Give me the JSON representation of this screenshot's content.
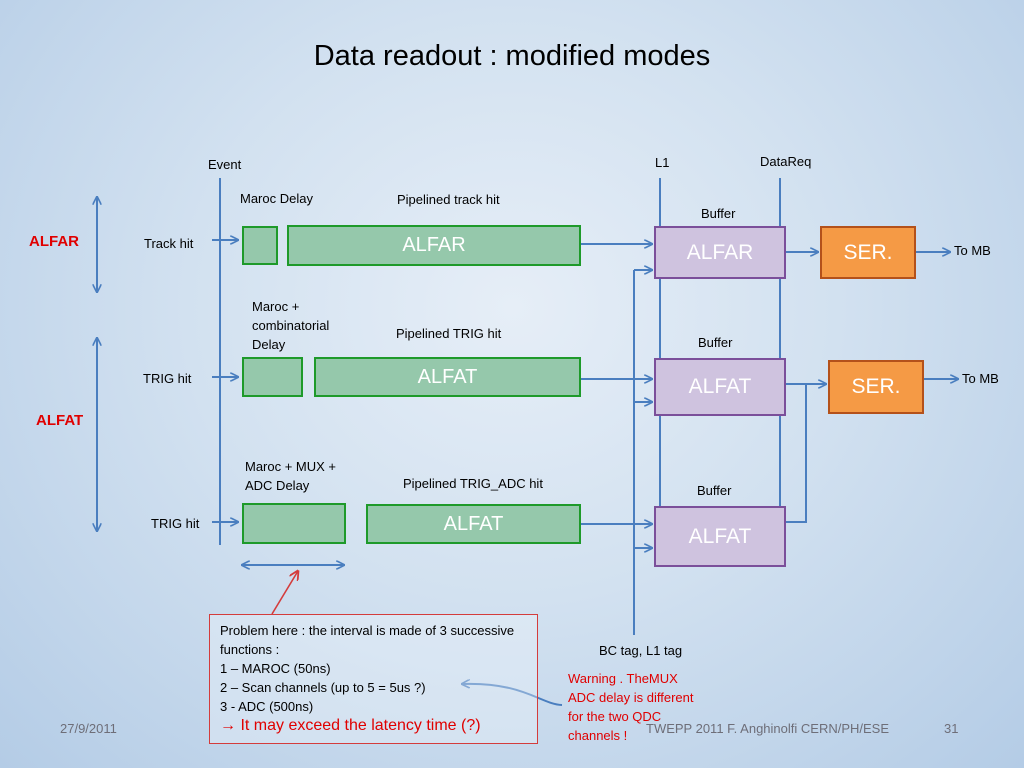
{
  "slide": {
    "title": "Data readout : modified modes",
    "footer_date": "27/9/2011",
    "footer_text": "TWEPP 2011 F. Anghinolfi CERN/PH/ESE",
    "page_number": "31"
  },
  "labels": {
    "event": "Event",
    "l1": "L1",
    "datareq": "DataReq",
    "bc_tag": "BC tag, L1 tag",
    "group_alfar": "ALFAR",
    "group_alfat": "ALFAT",
    "to_mb": "To MB"
  },
  "rows": [
    {
      "input_label": "Track hit",
      "delay_label": "Maroc Delay",
      "pipeline_label": "Pipelined track hit",
      "pipeline_box": "ALFAR",
      "buffer_label": "Buffer",
      "buffer_box": "ALFAR",
      "ser_box": "SER."
    },
    {
      "input_label": "TRIG hit",
      "delay_label": "Maroc + combinatorial Delay",
      "pipeline_label": "Pipelined TRIG hit",
      "pipeline_box": "ALFAT",
      "buffer_label": "Buffer",
      "buffer_box": "ALFAT",
      "ser_box": "SER."
    },
    {
      "input_label": "TRIG hit",
      "delay_label": "Maroc + MUX + ADC Delay",
      "pipeline_label": "Pipelined TRIG_ADC hit",
      "pipeline_box": "ALFAT",
      "buffer_label": "Buffer",
      "buffer_box": "ALFAT"
    }
  ],
  "note": {
    "line1": "Problem here : the interval is made of 3 successive functions :",
    "line2": "1 – MAROC (50ns)",
    "line3": "2 – Scan channels (up to 5 = 5us ?)",
    "line4": "3 - ADC (500ns)",
    "line5": "It may exceed the latency time (?)"
  },
  "warning": "Warning . TheMUX ADC delay is different for the two QDC channels !",
  "colors": {
    "pipeline_fill": "#95c8ab",
    "pipeline_border": "#1e9a2a",
    "buffer_fill": "#cfc3df",
    "buffer_border": "#7b4f9a",
    "ser_fill": "#f59a45",
    "ser_border": "#b4511a",
    "arrow": "#4a7ebf",
    "highlight_red": "#e00000"
  }
}
